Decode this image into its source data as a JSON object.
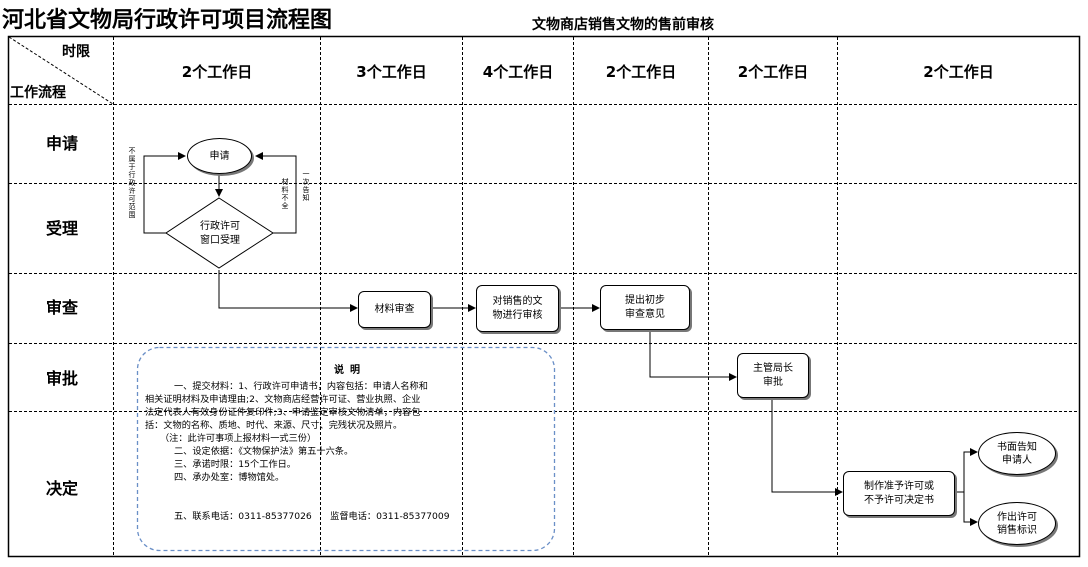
{
  "page_title": "河北省文物局行政许可项目流程图",
  "subtitle": "文物商店销售文物的售前审核",
  "header": {
    "time_label": "时限",
    "flow_label": "工作流程"
  },
  "columns": [
    "2个工作日",
    "3个工作日",
    "4个工作日",
    "2个工作日",
    "2个工作日",
    "2个工作日"
  ],
  "rows": [
    "申请",
    "受理",
    "审查",
    "审批",
    "决定"
  ],
  "nodes": {
    "apply": "申请",
    "accept_line1": "行政许可",
    "accept_line2": "窗口受理",
    "material_review": "材料审查",
    "relic_review_line1": "对销售的文",
    "relic_review_line2": "物进行审核",
    "initial_opinion_line1": "提出初步",
    "initial_opinion_line2": "审查意见",
    "director_line1": "主管局长",
    "director_line2": "审批",
    "decision_line1": "制作准予许可或",
    "decision_line2": "不予许可决定书",
    "notify_line1": "书面告知",
    "notify_line2": "申请人",
    "permit_line1": "作出许可",
    "permit_line2": "销售标识"
  },
  "side_labels": {
    "not_in_scope": "不属于行政许可范围",
    "materials_incomplete": "材料不全",
    "one_time_notice": "一次告知"
  },
  "note": {
    "title": "说明",
    "lines": [
      "一、提交材料：1、行政许可申请书，内容包括：申请人名称和",
      "相关证明材料及申请理由;2、文物商店经营许可证、营业执照、企业",
      "法定代表人有效身份证件复印件;3、申请鉴定审核文物清单，内容包",
      "括：文物的名称、质地、时代、来源、尺寸、完残状况及照片。",
      "（注：此许可事项上报材料一式三份）",
      "二、设定依据：《文物保护法》第五十六条。",
      "三、承诺时限：15个工作日。",
      "四、承办处室：博物馆处。",
      "五、联系电话：0311-85377026　　监督电话：0311-85377009"
    ]
  }
}
